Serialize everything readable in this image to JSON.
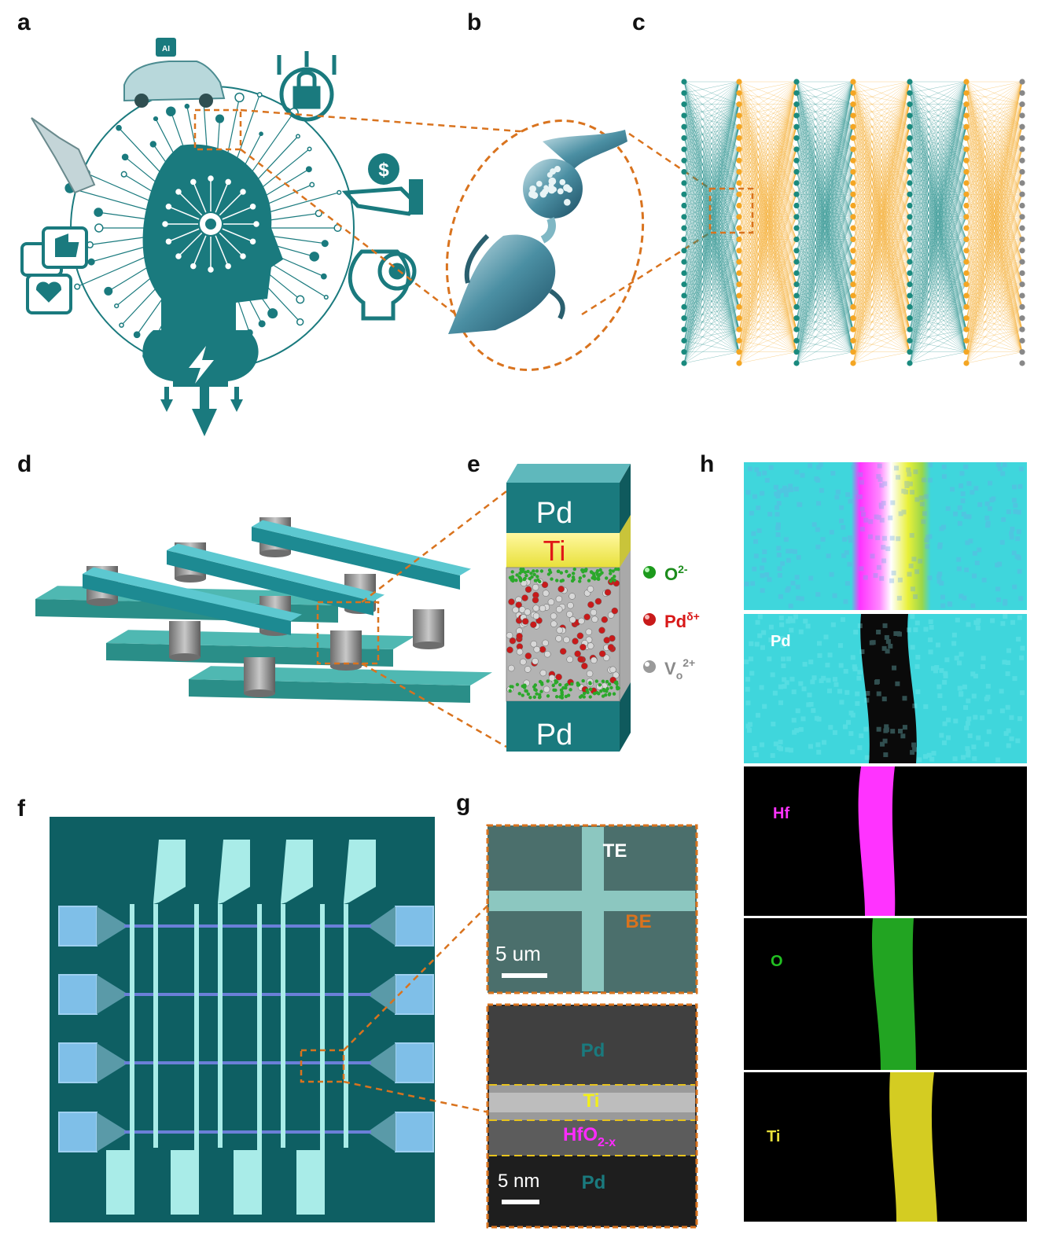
{
  "panels": {
    "a": "a",
    "b": "b",
    "c": "c",
    "d": "d",
    "e": "e",
    "f": "f",
    "g": "g",
    "h": "h"
  },
  "panel_a": {
    "icons": [
      "robot-hand-icon",
      "ai-car-icon",
      "security-lock-icon",
      "payment-hand-icon",
      "idea-gear-icon",
      "social-like-icon",
      "brain-head-icon",
      "lightning-icon"
    ]
  },
  "panel_e": {
    "top_label": "Pd",
    "ti_label": "Ti",
    "bottom_label": "Pd",
    "legend": {
      "o_base": "O",
      "o_sup": "2-",
      "pd_base": "Pd",
      "pd_sup": "δ+",
      "v_base": "V",
      "v_sub": "o",
      "v_sup": "2+"
    }
  },
  "panel_g": {
    "te": "TE",
    "be": "BE",
    "scale1": "5 um",
    "pd_top": "Pd",
    "ti": "Ti",
    "hfo_base": "HfO",
    "hfo_sub": "2-x",
    "scale2": "5 nm",
    "pd_bottom": "Pd"
  },
  "panel_h": {
    "pd": "Pd",
    "hf": "Hf",
    "o": "O",
    "ti": "Ti"
  },
  "colors": {
    "teal": "#1a7a7e",
    "orange": "#d9731e",
    "amber": "#f4a623",
    "cyan": "#3fd6dc",
    "magenta": "#ff33ff",
    "green": "#2bb52b",
    "yellow": "#e8e03a"
  }
}
